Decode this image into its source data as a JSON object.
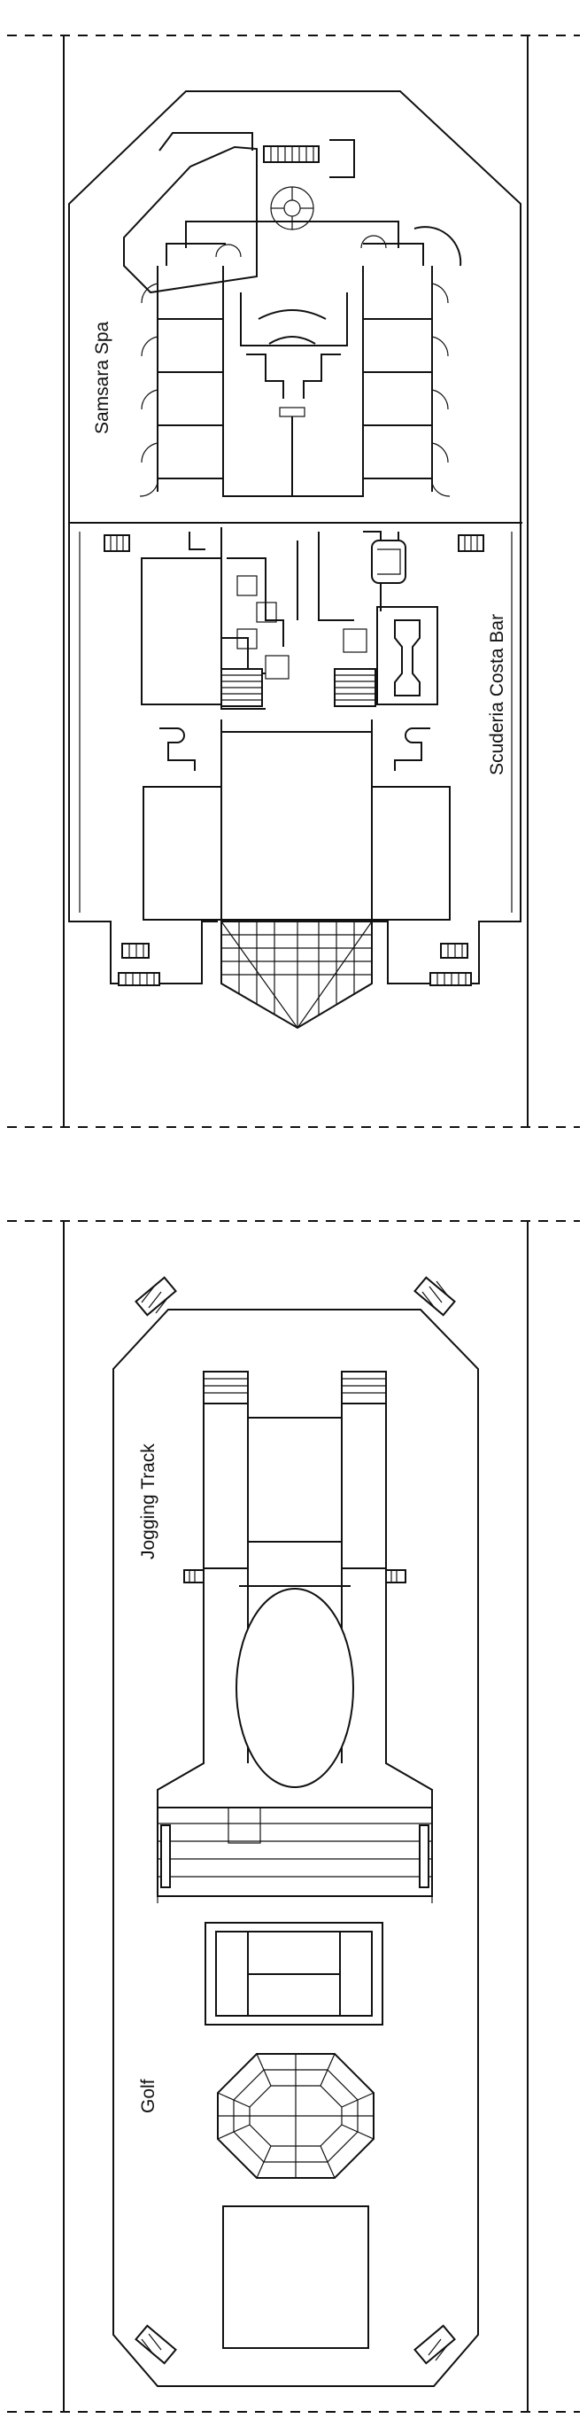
{
  "colors": {
    "line": "#111111",
    "background": "#ffffff"
  },
  "decks": [
    {
      "labels": {
        "spa": "Samsara Spa",
        "bar": "Scuderia Costa Bar"
      }
    },
    {
      "labels": {
        "track": "Jogging Track",
        "golf": "Golf"
      }
    }
  ]
}
